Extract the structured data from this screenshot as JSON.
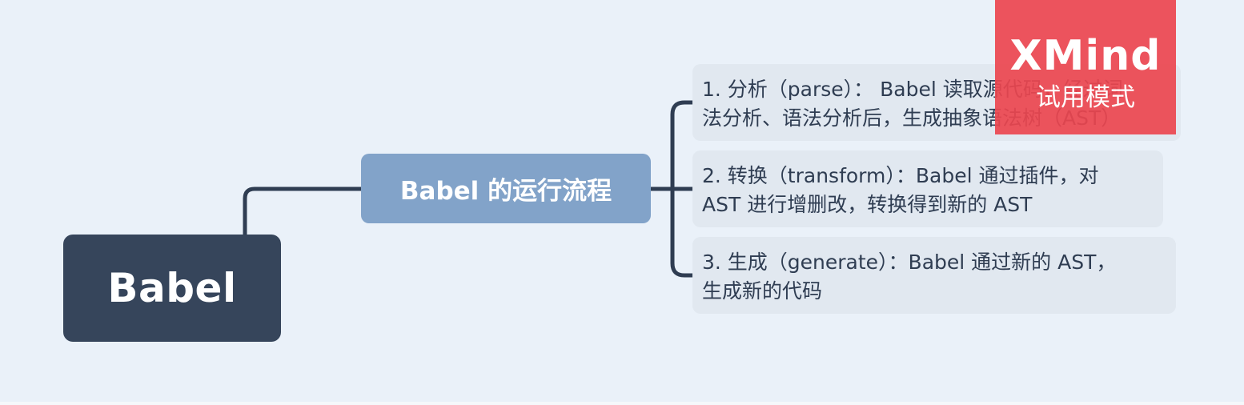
{
  "root": {
    "label": "Babel"
  },
  "main_topic": {
    "label": "Babel 的运行流程"
  },
  "subtopics": [
    {
      "label": "1. 分析（parse）：  Babel 读取源代码，经过词\n法分析、语法分析后，生成抽象语法树（AST）"
    },
    {
      "label": "2. 转换（transform）：Babel 通过插件，对\nAST 进行增删改，转换得到新的 AST"
    },
    {
      "label": "3. 生成（generate）：Babel 通过新的 AST，\n生成新的代码"
    }
  ],
  "watermark": {
    "brand": "XMind",
    "mode": "试用模式"
  },
  "colors": {
    "background": "#eaf1f9",
    "root": "#36455b",
    "main_topic": "#82a3c9",
    "subtopic": "#e1e8f0",
    "connector": "#2f3d52",
    "watermark": "#eb454f"
  }
}
